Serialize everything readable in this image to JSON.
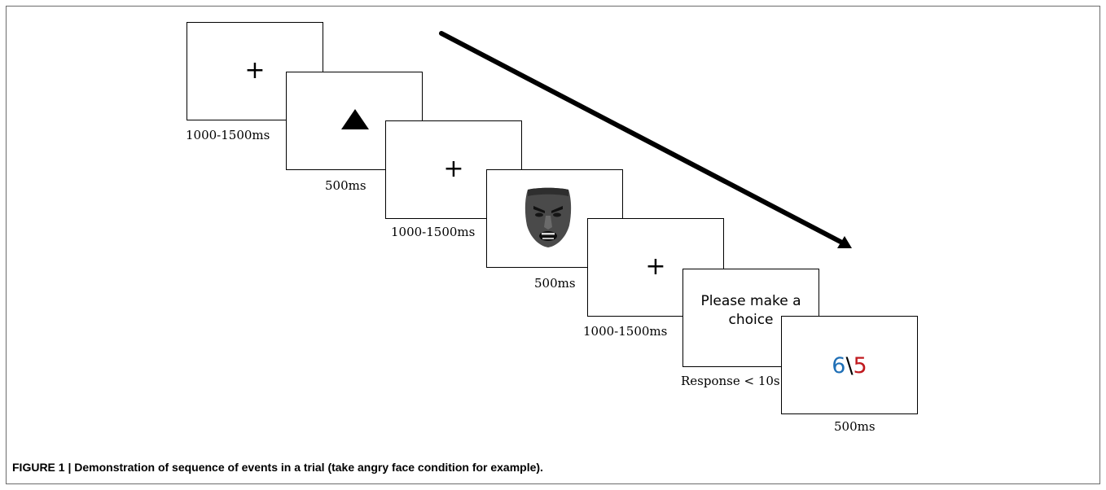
{
  "screens": {
    "fixation_1": {
      "symbol": "+",
      "duration": "1000-1500ms"
    },
    "cue": {
      "shape": "triangle-icon",
      "duration": "500ms"
    },
    "fixation_2": {
      "symbol": "+",
      "duration": "1000-1500ms"
    },
    "face": {
      "stimulus": "angry-face-icon",
      "duration": "500ms"
    },
    "fixation_3": {
      "symbol": "+",
      "duration": "1000-1500ms"
    },
    "choice_prompt": {
      "line1": "Please make a",
      "line2": "choice",
      "duration": "Response < 10s"
    },
    "offer": {
      "left": "6",
      "separator": "\\",
      "right": "5",
      "duration": "500ms"
    }
  },
  "colors": {
    "offer_left": "#1f6fb6",
    "offer_right": "#c0191e",
    "separator": "#000000"
  },
  "caption": "FIGURE 1 | Demonstration of sequence of events in a trial (take angry face condition for example)."
}
